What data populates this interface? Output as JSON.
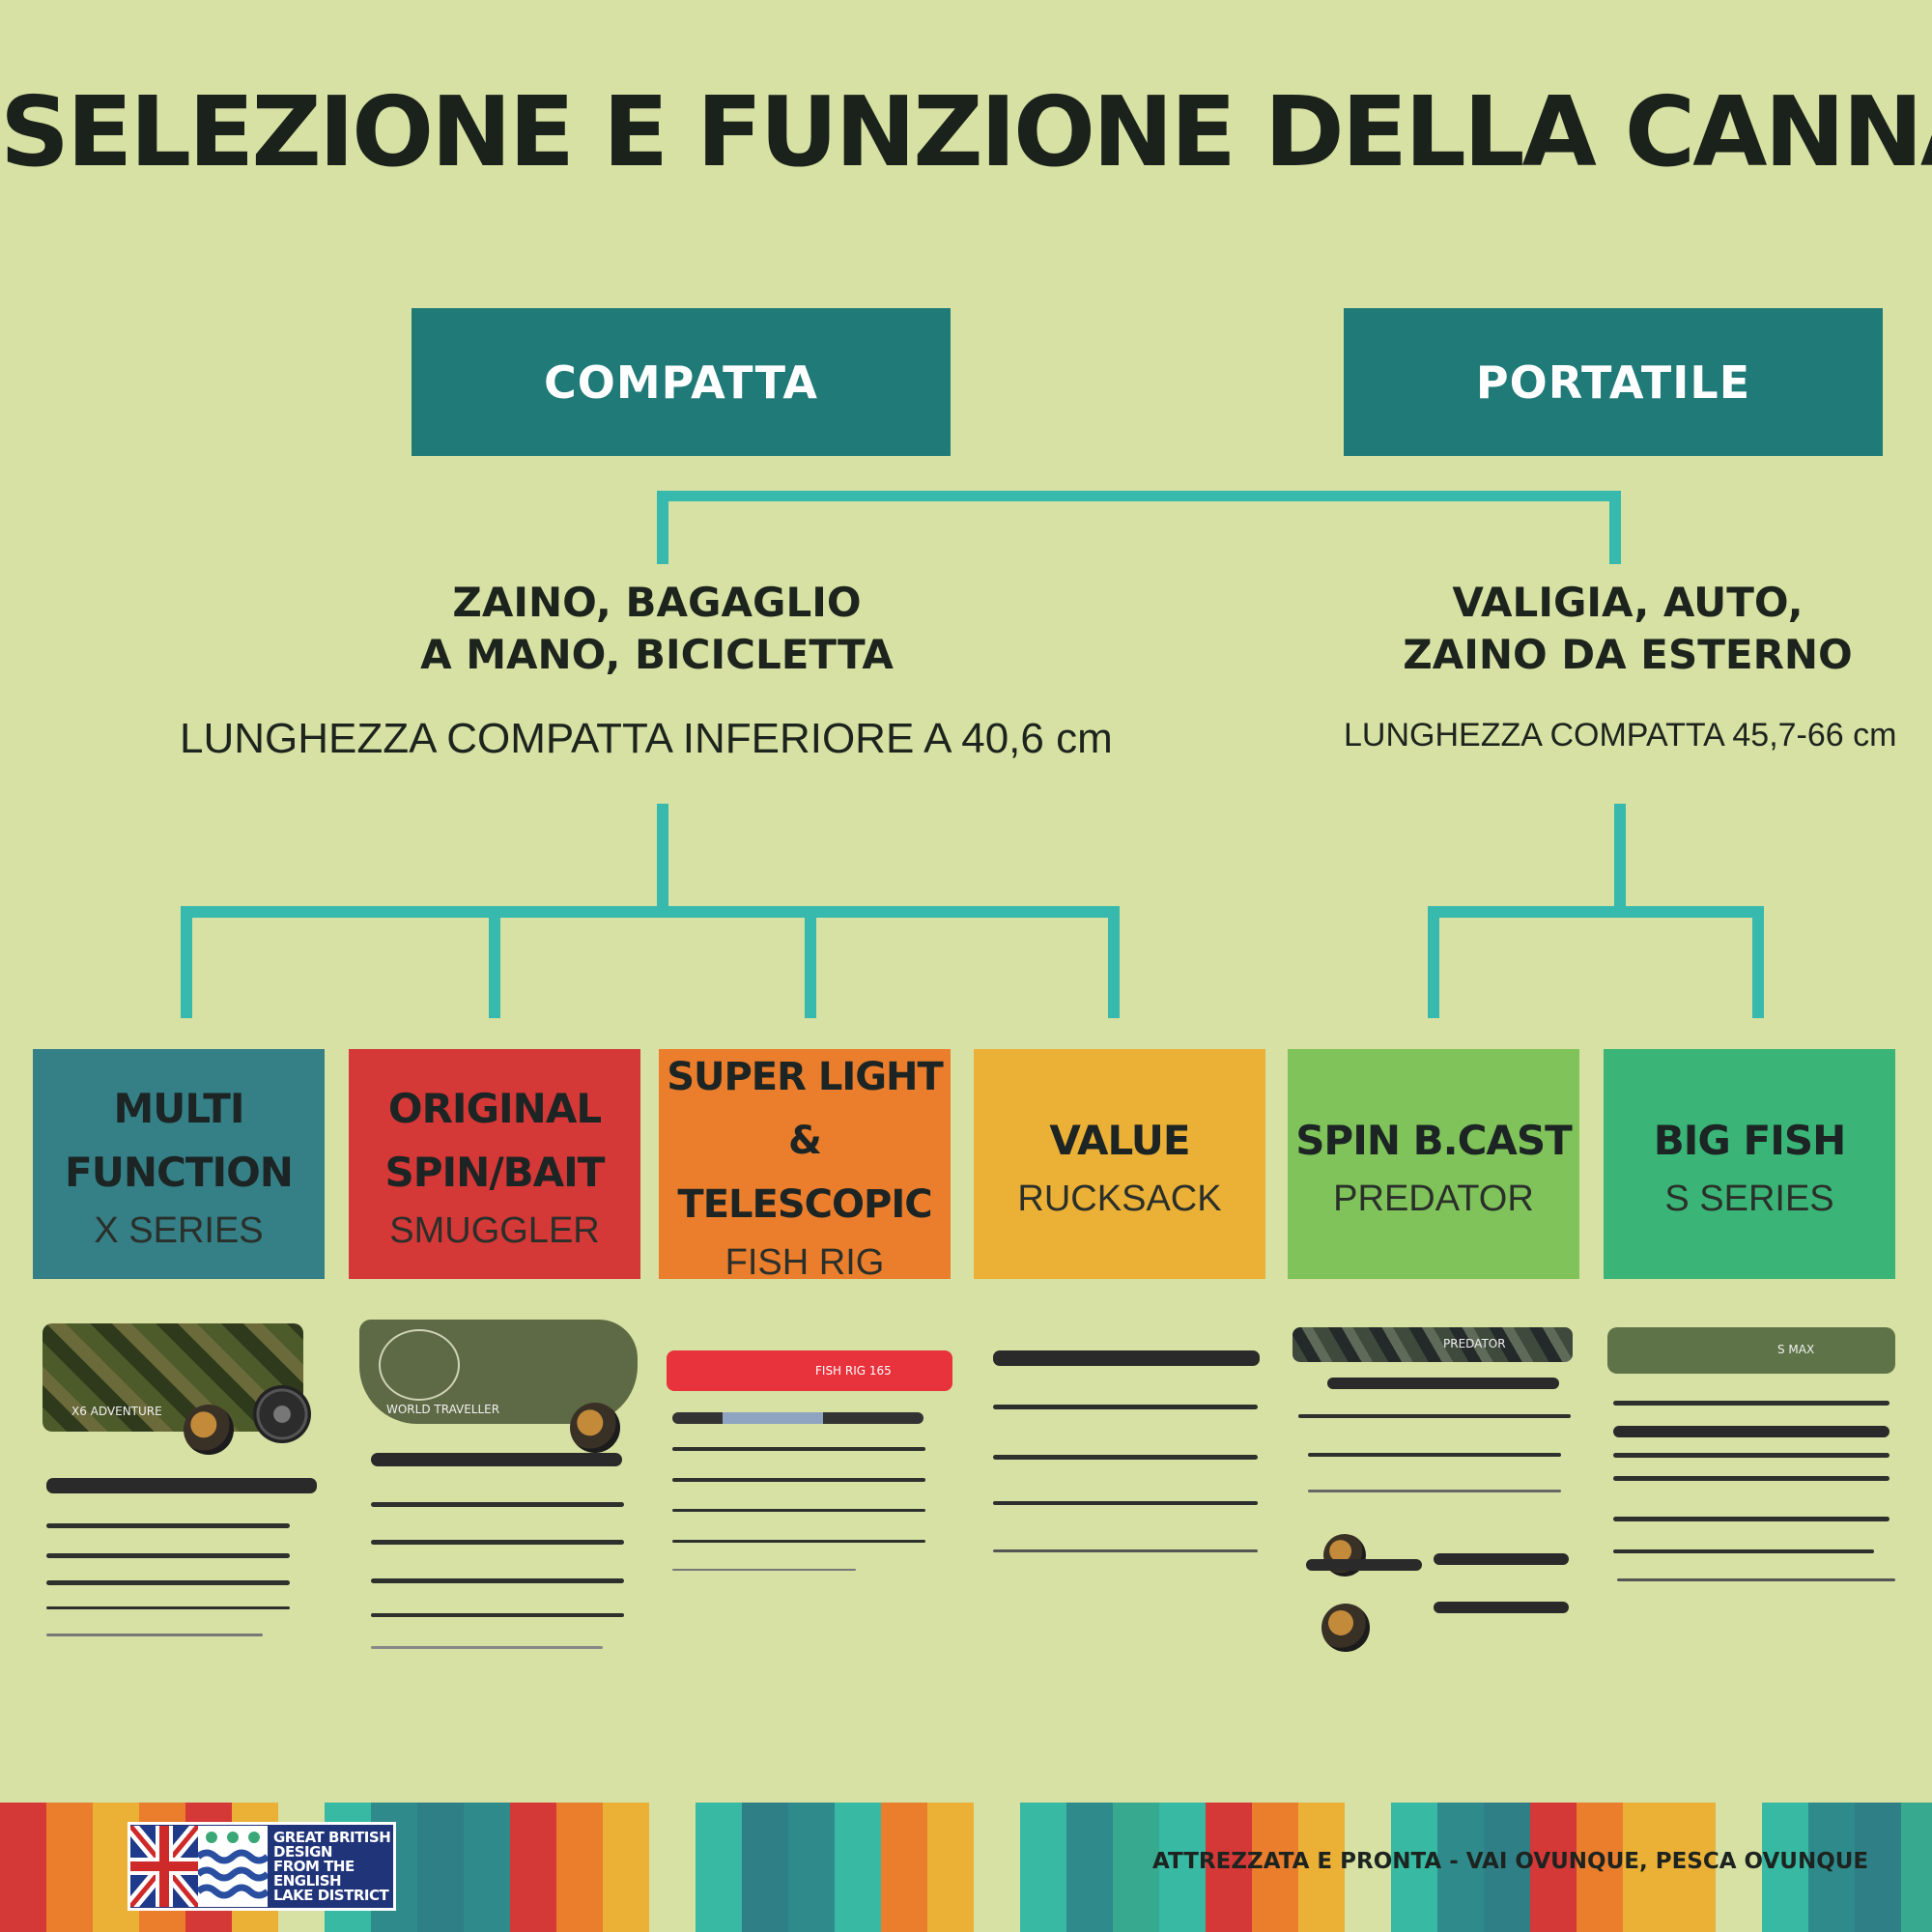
{
  "title": "SELEZIONE E FUNZIONE DELLA CANNA",
  "categories": [
    {
      "label": "COMPATTA",
      "use": [
        "ZAINO, BAGAGLIO",
        "A MANO, BICICLETTA"
      ],
      "length": "LUNGHEZZA COMPATTA INFERIORE A 40,6 cm"
    },
    {
      "label": "PORTATILE",
      "use": [
        "VALIGIA, AUTO,",
        "ZAINO DA ESTERNO"
      ],
      "length": "LUNGHEZZA COMPATTA 45,7-66 cm"
    }
  ],
  "products": [
    {
      "name": [
        "MULTI",
        "FUNCTION"
      ],
      "series": "X SERIES",
      "color": "#357f86",
      "tube_text": "X6 ADVENTURE"
    },
    {
      "name": [
        "ORIGINAL",
        "SPIN/BAIT"
      ],
      "series": "SMUGGLER",
      "color": "#d43837",
      "tube_text": "WORLD TRAVELLER"
    },
    {
      "name": [
        "SUPER LIGHT",
        "& TELESCOPIC"
      ],
      "series": "FISH RIG",
      "color": "#ea7e2c",
      "tube_text": "FISH RIG 165"
    },
    {
      "name": [
        "VALUE"
      ],
      "series": "RUCKSACK",
      "color": "#ebb036"
    },
    {
      "name": [
        "SPIN B.CAST"
      ],
      "series": "PREDATOR",
      "color": "#7fc35a",
      "tube_text": "PREDATOR"
    },
    {
      "name": [
        "BIG FISH"
      ],
      "series": "S SERIES",
      "color": "#3ab577",
      "tube_text": "S MAX"
    }
  ],
  "footer": {
    "logo_lines": [
      "GREAT BRITISH",
      "DESIGN",
      "FROM THE",
      "ENGLISH",
      "LAKE DISTRICT"
    ],
    "tagline": "ATTREZZATA E PRONTA - VAI OVUNQUE, PESCA OVUNQUE",
    "stripe_colors": [
      "#d43837",
      "#ea7e2c",
      "#ebb036",
      "#37b9a3",
      "#2f8a8c",
      "#2f7f86",
      "#37a98f"
    ]
  },
  "colors": {
    "background": "#d7e1a3",
    "category_box": "#1f7a78",
    "connector": "#37b9ad"
  }
}
